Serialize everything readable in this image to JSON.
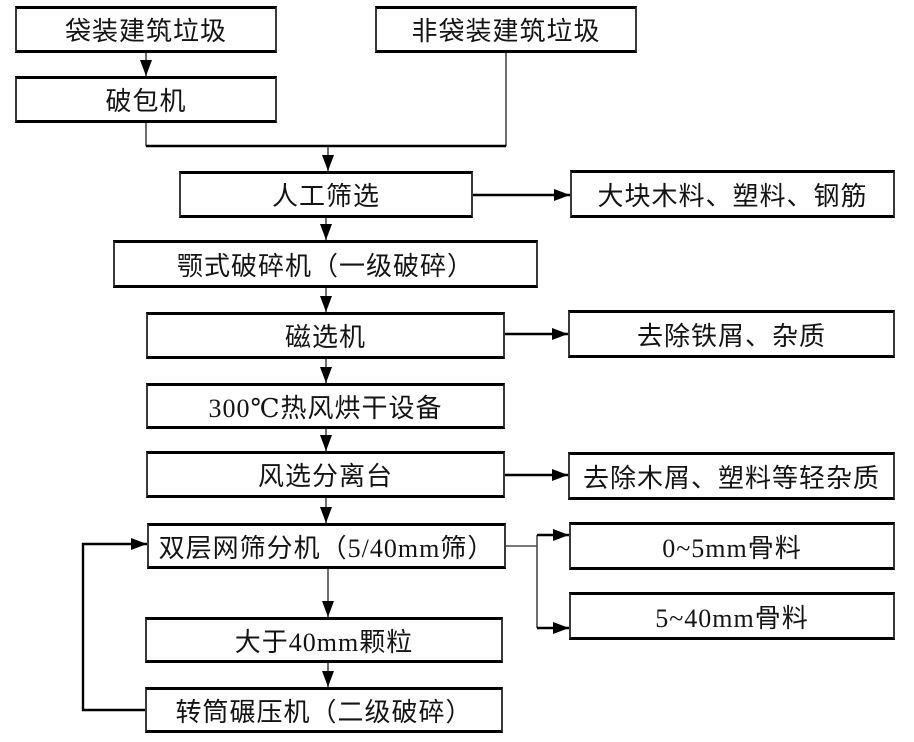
{
  "page": {
    "background_color": "#ffffff",
    "box_border_color": "#000000",
    "line_color": "#000000",
    "text_color": "#141414"
  },
  "nodes": {
    "bagged_waste": "袋装建筑垃圾",
    "non_bagged_waste": "非袋装建筑垃圾",
    "bag_breaker": "破包机",
    "manual_screening": "人工筛选",
    "bulk_rejects": "大块木料、塑料、钢筋",
    "jaw_crusher": "颚式破碎机（一级破碎）",
    "magnetic_separator": "磁选机",
    "iron_removal": "去除铁屑、杂质",
    "hot_air_dryer": "300℃热风烘干设备",
    "air_separation_table": "风选分离台",
    "light_impurity_removal": "去除木屑、塑料等轻杂质",
    "double_layer_screen": "双层网筛分机（5/40mm筛）",
    "aggregate_0_5mm": "0~5mm骨料",
    "aggregate_5_40mm": "5~40mm骨料",
    "over_40mm_particles": "大于40mm颗粒",
    "drum_roller_crusher": "转筒碾压机（二级破碎）"
  },
  "edges": [
    {
      "from": "bagged_waste",
      "to": "bag_breaker"
    },
    {
      "from": "bag_breaker",
      "to": "manual_screening"
    },
    {
      "from": "non_bagged_waste",
      "to": "manual_screening"
    },
    {
      "from": "manual_screening",
      "to": "bulk_rejects"
    },
    {
      "from": "manual_screening",
      "to": "jaw_crusher"
    },
    {
      "from": "jaw_crusher",
      "to": "magnetic_separator"
    },
    {
      "from": "magnetic_separator",
      "to": "iron_removal"
    },
    {
      "from": "magnetic_separator",
      "to": "hot_air_dryer"
    },
    {
      "from": "hot_air_dryer",
      "to": "air_separation_table"
    },
    {
      "from": "air_separation_table",
      "to": "light_impurity_removal"
    },
    {
      "from": "air_separation_table",
      "to": "double_layer_screen"
    },
    {
      "from": "double_layer_screen",
      "to": "aggregate_0_5mm"
    },
    {
      "from": "double_layer_screen",
      "to": "aggregate_5_40mm"
    },
    {
      "from": "double_layer_screen",
      "to": "over_40mm_particles"
    },
    {
      "from": "over_40mm_particles",
      "to": "drum_roller_crusher"
    },
    {
      "from": "drum_roller_crusher",
      "to": "double_layer_screen"
    }
  ]
}
